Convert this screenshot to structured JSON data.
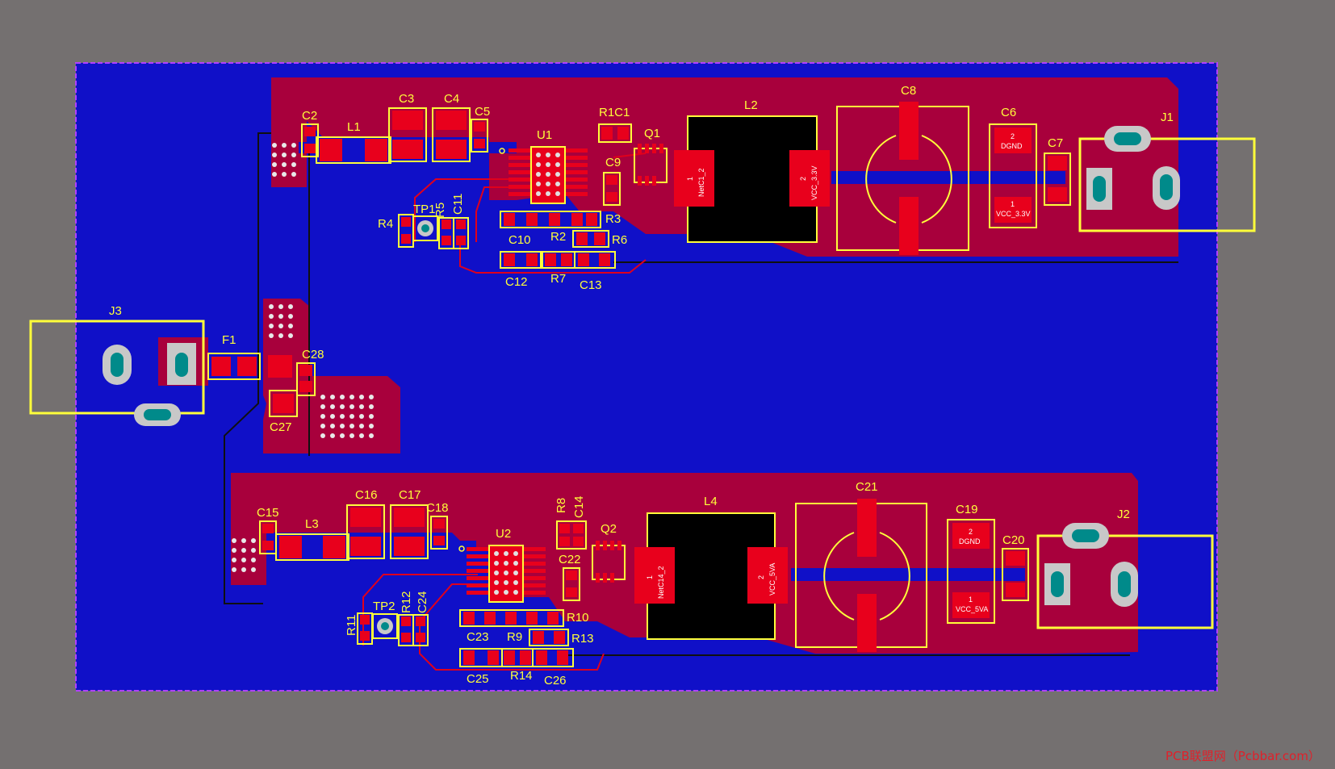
{
  "refs": {
    "c2": "C2",
    "l1": "L1",
    "c3": "C3",
    "c4": "C4",
    "c5": "C5",
    "u1": "U1",
    "r1c1": "R1C1",
    "q1": "Q1",
    "l2": "L2",
    "c8": "C8",
    "c6": "C6",
    "c7": "C7",
    "j1": "J1",
    "c9": "C9",
    "r4": "R4",
    "tp1": "TP1",
    "r5": "R5",
    "c11": "C11",
    "r3": "R3",
    "r2": "R2",
    "r6": "R6",
    "c10": "C10",
    "c12": "C12",
    "r7": "R7",
    "c13": "C13",
    "j3": "J3",
    "f1": "F1",
    "c28": "C28",
    "c27": "C27",
    "c15": "C15",
    "c16": "C16",
    "c17": "C17",
    "c18": "C18",
    "l3": "L3",
    "u2": "U2",
    "r8": "R8",
    "c14": "C14",
    "q2": "Q2",
    "l4": "L4",
    "c21": "C21",
    "c19": "C19",
    "c20": "C20",
    "j2": "J2",
    "c22": "C22",
    "tp2": "TP2",
    "r12": "R12",
    "c24": "C24",
    "r11": "R11",
    "r10": "R10",
    "c23": "C23",
    "r9": "R9",
    "r13": "R13",
    "c25": "C25",
    "r14": "R14",
    "c26": "C26"
  },
  "pads": {
    "l2_p1_num": "1",
    "l2_p1_net": "NetC1_2",
    "l2_p2_num": "2",
    "l2_p2_net": "VCC_3.3V",
    "c6_p2_num": "2",
    "c6_p2_net": "DGND",
    "c6_p1_num": "1",
    "c6_p1_net": "VCC_3.3V",
    "l4_p1_num": "1",
    "l4_p1_net": "NetC14_2",
    "l4_p2_num": "2",
    "l4_p2_net": "VCC_5VA",
    "c19_p2_num": "2",
    "c19_p2_net": "DGND",
    "c19_p1_num": "1",
    "c19_p1_net": "VCC_5VA"
  },
  "watermark": "PCB联盟网（Pcbbar.com）",
  "colors": {
    "background": "#747070",
    "board": "#1010c8",
    "top_copper": "#a8003c",
    "pad": "#e8001c",
    "silkscreen": "#ffff3a",
    "outline": "#b040ff"
  }
}
